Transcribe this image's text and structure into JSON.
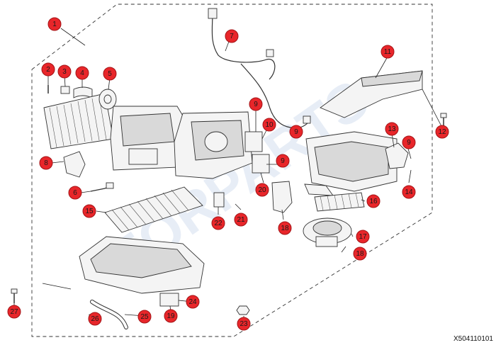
{
  "diagram": {
    "drawing_code": "X504110101",
    "watermark": "FORPARTS",
    "callouts": [
      "1",
      "2",
      "3",
      "4",
      "5",
      "6",
      "7",
      "8",
      "9",
      "9",
      "9",
      "9",
      "10",
      "11",
      "12",
      "13",
      "14",
      "15",
      "16",
      "17",
      "18",
      "18",
      "19",
      "20",
      "21",
      "22",
      "23",
      "24",
      "25",
      "26",
      "27"
    ],
    "colors": {
      "callout_fill": "#e8262a",
      "line": "#333333",
      "watermark": "#dde6f3"
    }
  }
}
